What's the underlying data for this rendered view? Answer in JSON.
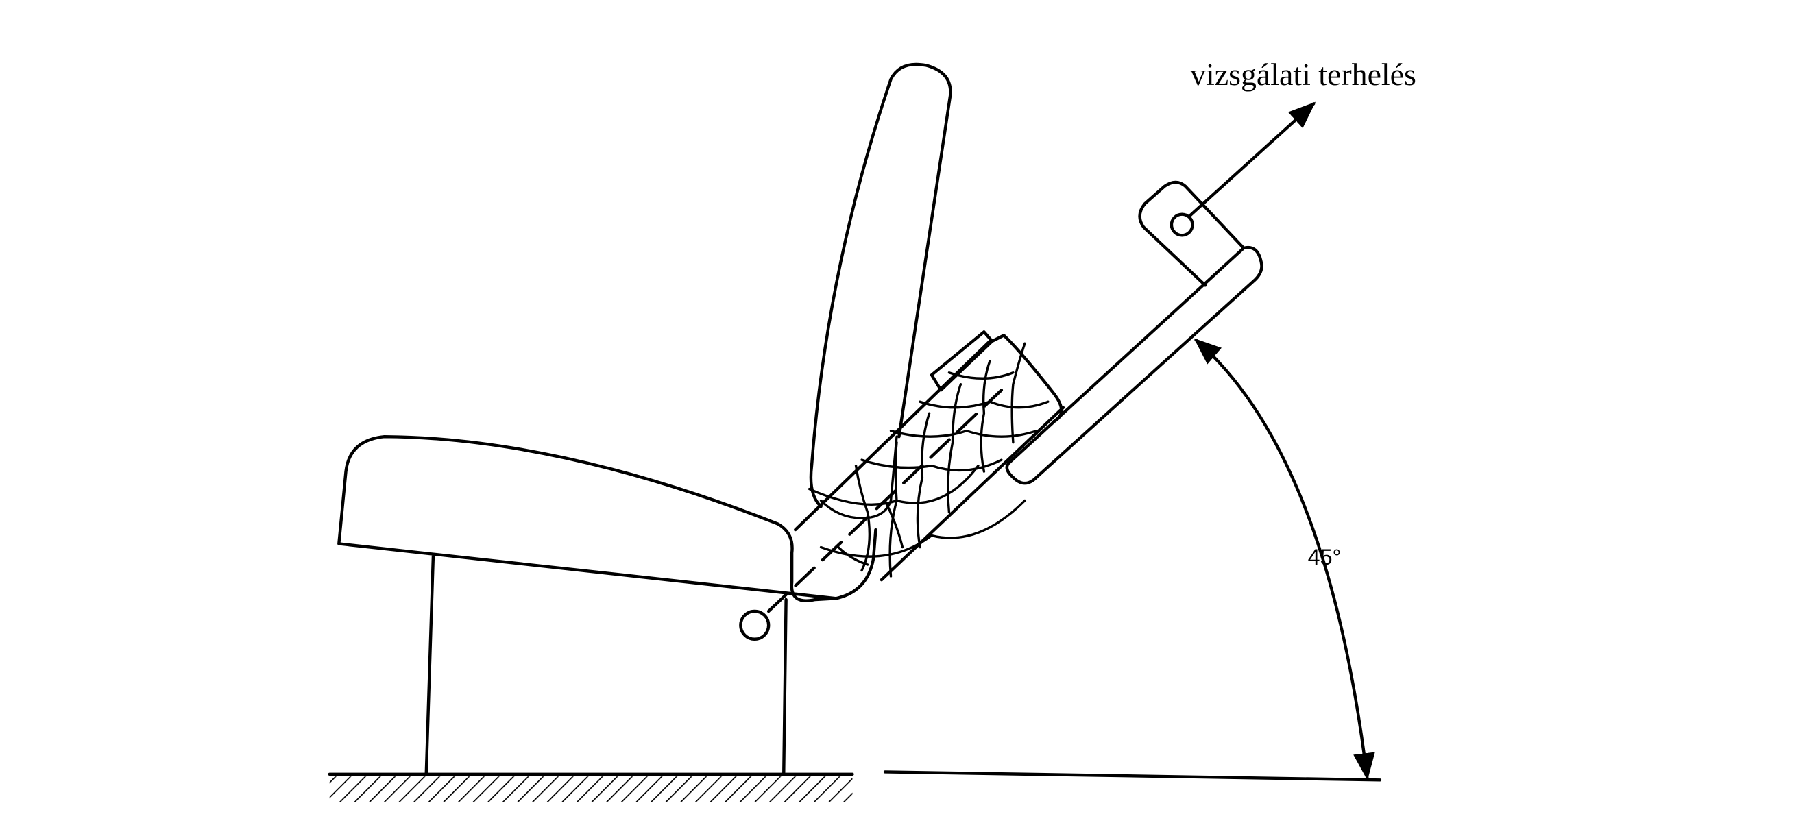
{
  "diagram": {
    "load_label": "vizsgálati terhelés",
    "angle_label": "45°",
    "angle_value_degrees": 45,
    "line_color": "#000000",
    "background": "#ffffff"
  }
}
